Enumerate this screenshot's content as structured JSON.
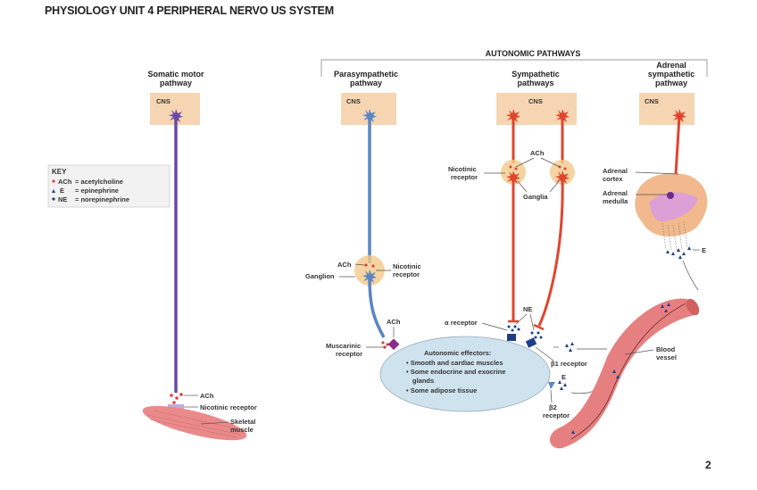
{
  "slide": {
    "title": "PHYSIOLOGY UNIT 4 PERIPHERAL NERVO US SYSTEM",
    "page_number": "2"
  },
  "colors": {
    "somatic_neuron": "#6a4aa8",
    "parasympathetic_neuron": "#5b86c4",
    "sympathetic_neuron": "#e0452e",
    "cns_box": "#f6d6b2",
    "effector_ellipse": "#cfe3ee",
    "blood_vessel": "#e68080",
    "muscle": "#ea8a8a",
    "ganglion": "#f4c98a",
    "ach_dot": "#e04040",
    "ne_dot": "#1f3e8a",
    "adrenal_cortex": "#f1b98d",
    "adrenal_medulla": "#dca0d6"
  },
  "key": {
    "title": "KEY",
    "items": [
      {
        "symbol": "ACh",
        "meaning": "= acetylcholine",
        "marker": "red-dot"
      },
      {
        "symbol": "E",
        "meaning": "= epinephrine",
        "marker": "triangle"
      },
      {
        "symbol": "NE",
        "meaning": "= norepinephrine",
        "marker": "blue-dot"
      }
    ]
  },
  "somatic": {
    "title_line1": "Somatic motor",
    "title_line2": "pathway",
    "cns": "CNS",
    "ach": "ACh",
    "receptor": "Nicotinic receptor",
    "target_line1": "Skeletal",
    "target_line2": "muscle"
  },
  "autonomic": {
    "header": "AUTONOMIC PATHWAYS",
    "parasympathetic": {
      "title_line1": "Parasympathetic",
      "title_line2": "pathway",
      "cns": "CNS",
      "ach_ganglion": "ACh",
      "ganglion": "Ganglion",
      "nicotinic_line1": "Nicotinic",
      "nicotinic_line2": "receptor",
      "ach_effector": "ACh",
      "muscarinic_line1": "Muscarinic",
      "muscarinic_line2": "receptor"
    },
    "sympathetic": {
      "title_line1": "Sympathetic",
      "title_line2": "pathways",
      "cns": "CNS",
      "ach": "ACh",
      "nicotinic_line1": "Nicotinic",
      "nicotinic_line2": "receptor",
      "ganglia": "Ganglia",
      "ne": "NE",
      "alpha_receptor": "α receptor",
      "beta1_receptor": "β1 receptor",
      "e": "E",
      "beta2_line1": "β2",
      "beta2_line2": "receptor"
    },
    "adrenal": {
      "title_line1": "Adrenal",
      "title_line2": "sympathetic",
      "title_line3": "pathway",
      "cns": "CNS",
      "cortex_line1": "Adrenal",
      "cortex_line2": "cortex",
      "medulla_line1": "Adrenal",
      "medulla_line2": "medulla",
      "e": "E"
    },
    "effectors": {
      "title": "Autonomic effectors:",
      "items": [
        "• Smooth and cardiac muscles",
        "• Some endocrine and exocrine",
        "  glands",
        "• Some adipose tissue"
      ]
    },
    "blood_vessel_line1": "Blood",
    "blood_vessel_line2": "vessel"
  }
}
